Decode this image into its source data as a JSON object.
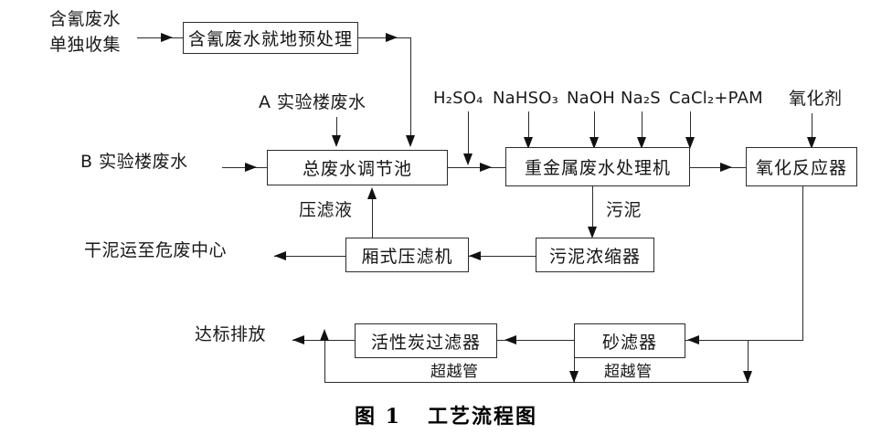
{
  "figure": {
    "caption_number": "图 1",
    "caption_title": "工艺流程图"
  },
  "nodes": {
    "cyanide_pretreat": "含氰废水就地预处理",
    "equalization_tank": "总废水调节池",
    "heavy_metal_unit": "重金属废水处理机",
    "oxidation_reactor": "氧化反应器",
    "filter_press": "厢式压滤机",
    "sludge_thickener": "污泥浓缩器",
    "carbon_filter": "活性炭过滤器",
    "sand_filter": "砂滤器"
  },
  "inputs": {
    "cyanide_collect_line1": "含氰废水",
    "cyanide_collect_line2": "单独收集",
    "lab_a_wastewater": "A 实验楼废水",
    "lab_b_wastewater": "B 实验楼废水"
  },
  "outputs": {
    "dry_sludge": "干泥运至危废中心",
    "compliant_discharge": "达标排放"
  },
  "stream_labels": {
    "filtrate": "压滤液",
    "sludge": "污泥",
    "bypass_left": "超越管",
    "bypass_right": "超越管"
  },
  "chemicals": [
    {
      "name": "H2SO4",
      "display": "H₂SO₄"
    },
    {
      "name": "NaHSO3",
      "display": "NaHSO₃"
    },
    {
      "name": "NaOH",
      "display": "NaOH"
    },
    {
      "name": "Na2S",
      "display": "Na₂S"
    },
    {
      "name": "CaCl2+PAM",
      "display": "CaCl₂+PAM"
    },
    {
      "name": "oxidant",
      "display": "氧化剂"
    }
  ],
  "colors": {
    "line": "#2b2b2b",
    "text": "#141414",
    "background": "#ffffff"
  }
}
